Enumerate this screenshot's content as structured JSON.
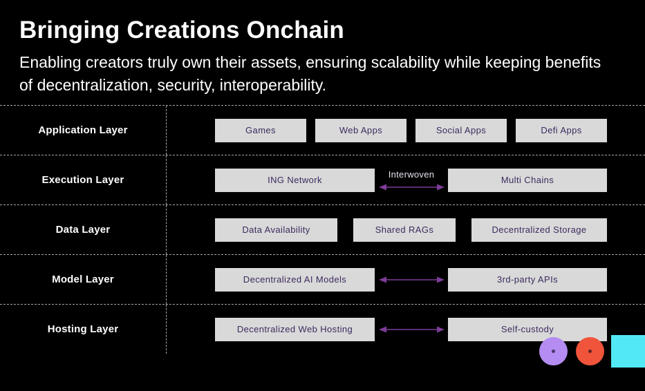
{
  "title": "Bringing Creations Onchain",
  "subtitle": "Enabling creators truly own their assets, ensuring scalability while keeping benefits of decentralization, security, interoperability.",
  "colors": {
    "background": "#000000",
    "box_bg": "#d9d9d9",
    "box_text": "#3b2a5e",
    "arrow": "#7d3c98",
    "dashed_line": "#a8a8a8",
    "purple_circle": "#b48cf2",
    "orange_circle": "#f0543a",
    "cyan_square": "#52e9f5"
  },
  "layers": [
    {
      "label": "Application Layer",
      "boxes": [
        "Games",
        "Web Apps",
        "Social Apps",
        "Defi Apps"
      ]
    },
    {
      "label": "Execution Layer",
      "arrow_label": "Interwoven",
      "boxes": [
        "ING Network",
        "Multi Chains"
      ]
    },
    {
      "label": "Data Layer",
      "boxes": [
        "Data Availability",
        "Shared RAGs",
        "Decentralized Storage"
      ]
    },
    {
      "label": "Model Layer",
      "boxes": [
        "Decentralized AI Models",
        "3rd-party APIs"
      ]
    },
    {
      "label": "Hosting Layer",
      "boxes": [
        "Decentralized Web Hosting",
        "Self-custody"
      ]
    }
  ]
}
